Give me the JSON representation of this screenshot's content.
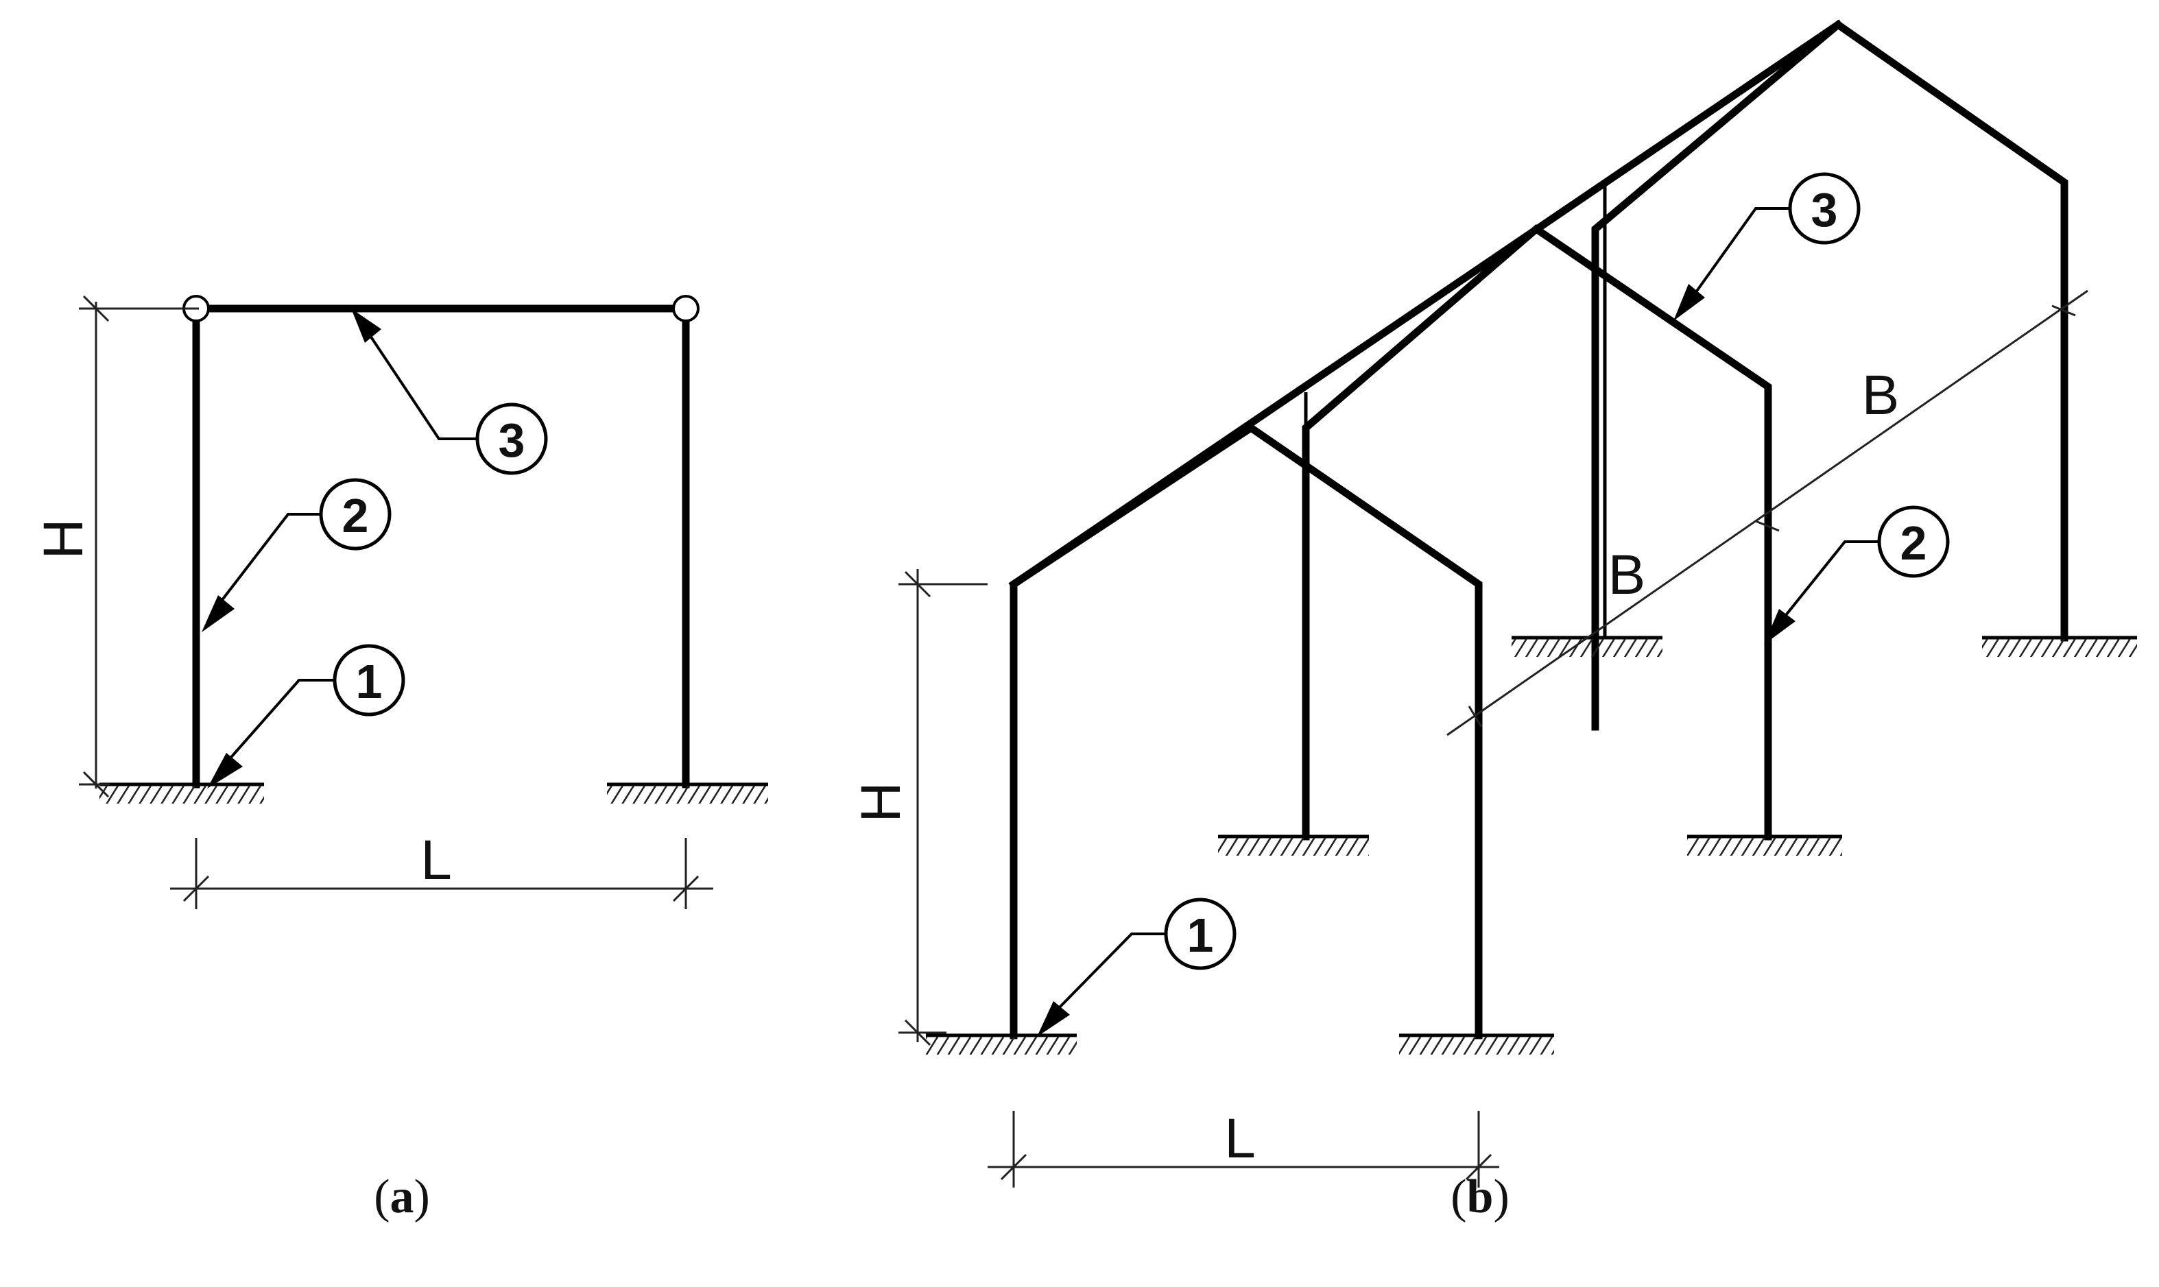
{
  "panel_a": {
    "caption_open": "(",
    "caption_letter": "a",
    "caption_close": ")",
    "dim_height": "H",
    "dim_span": "L",
    "callout_1": "1",
    "callout_2": "2",
    "callout_3": "3"
  },
  "panel_b": {
    "caption_open": "(",
    "caption_letter": "b",
    "caption_close": ")",
    "dim_height": "H",
    "dim_span": "L",
    "dim_bay_1": "B",
    "dim_bay_2": "B",
    "callout_1": "1",
    "callout_2": "2",
    "callout_3": "3"
  }
}
